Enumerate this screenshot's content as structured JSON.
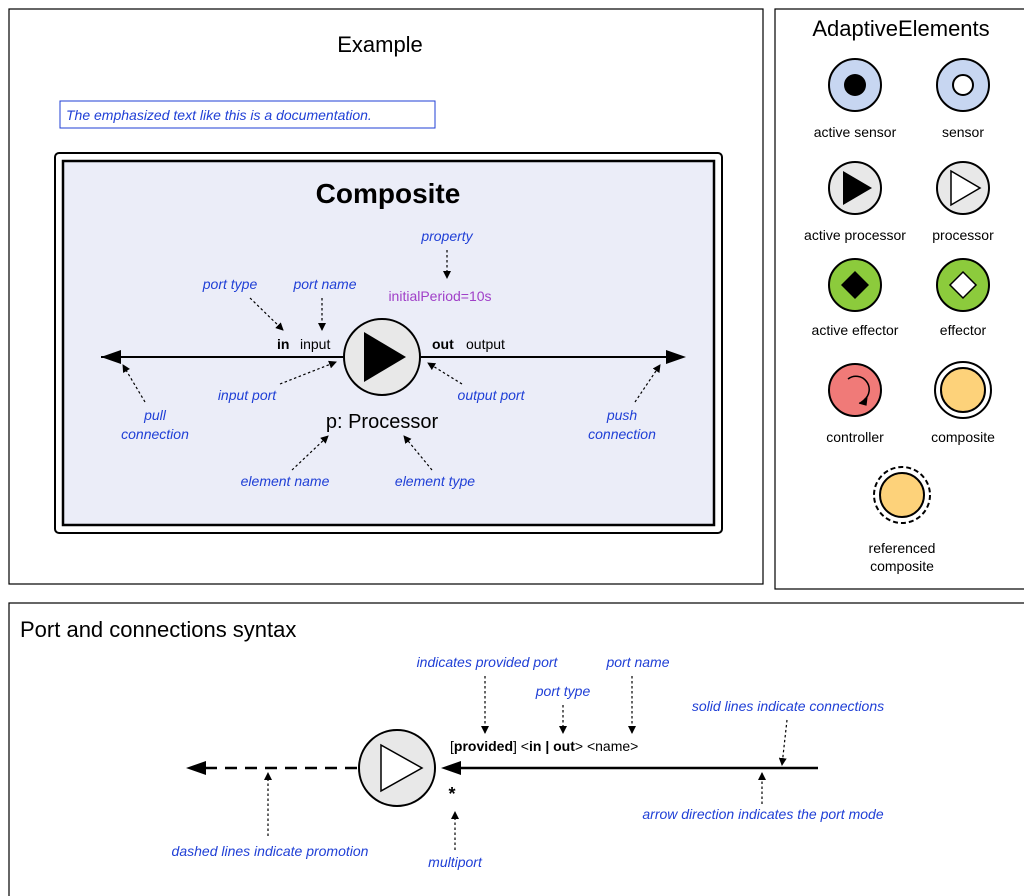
{
  "example": {
    "title": "Example",
    "doc_note": "The emphasized text like this is a documentation.",
    "composite_title": "Composite",
    "property_label": "property",
    "property_value": "initialPeriod=10s",
    "port_type_label": "port type",
    "port_name_label": "port name",
    "in_keyword": "in",
    "in_name": "input",
    "out_keyword": "out",
    "out_name": "output",
    "input_port_label": "input port",
    "output_port_label": "output port",
    "pull_label_1": "pull",
    "pull_label_2": "connection",
    "push_label_1": "push",
    "push_label_2": "connection",
    "element_label": "p: Processor",
    "element_name_label": "element name",
    "element_type_label": "element type"
  },
  "adaptive": {
    "title": "AdaptiveElements",
    "items": [
      {
        "icon": "active-sensor-icon",
        "label": "active sensor"
      },
      {
        "icon": "sensor-icon",
        "label": "sensor"
      },
      {
        "icon": "active-processor-icon",
        "label": "active processor"
      },
      {
        "icon": "processor-icon",
        "label": "processor"
      },
      {
        "icon": "active-effector-icon",
        "label": "active effector"
      },
      {
        "icon": "effector-icon",
        "label": "effector"
      },
      {
        "icon": "controller-icon",
        "label": "controller"
      },
      {
        "icon": "composite-icon",
        "label": "composite"
      }
    ],
    "referenced_1": "referenced",
    "referenced_2": "composite"
  },
  "syntax": {
    "title": "Port and connections syntax",
    "provided_label": "indicates provided port",
    "port_type_label": "port type",
    "port_name_label": "port name",
    "solid_label": "solid lines indicate connections",
    "arrow_label": "arrow direction indicates the port mode",
    "dashed_label": "dashed lines indicate promotion",
    "multiport_label": "multiport",
    "multiport_mark": "*",
    "syntax_bracket_open": "[",
    "syntax_provided": "provided",
    "syntax_bracket_close": "] <",
    "syntax_inout": "in | out",
    "syntax_name": ">  <name>"
  },
  "colors": {
    "sensor": "#c7d6f1",
    "processor": "#e8e8e8",
    "effector": "#8ccb3c",
    "controller": "#f07a78",
    "composite": "#fdd27a",
    "composite_bg": "#ebedf8",
    "doc_text": "#1f3fd6",
    "property_text": "#a040c8"
  }
}
